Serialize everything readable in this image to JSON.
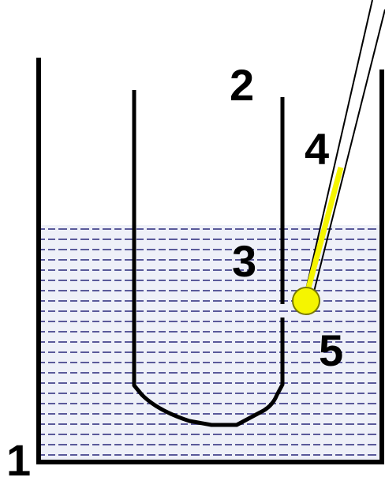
{
  "diagram": {
    "labels": {
      "outer_vessel": "1",
      "inner_tube": "2",
      "liquid_inside_tube": "3",
      "indicator_rod": "4",
      "liquid_outside_tube": "5"
    },
    "colors": {
      "outline": "#000000",
      "liquid_fill": "#eef0f8",
      "liquid_dashes": "#5a5a9a",
      "indicator": "#f5f500",
      "indicator_outline": "#7a7a00",
      "background": "#ffffff"
    }
  }
}
